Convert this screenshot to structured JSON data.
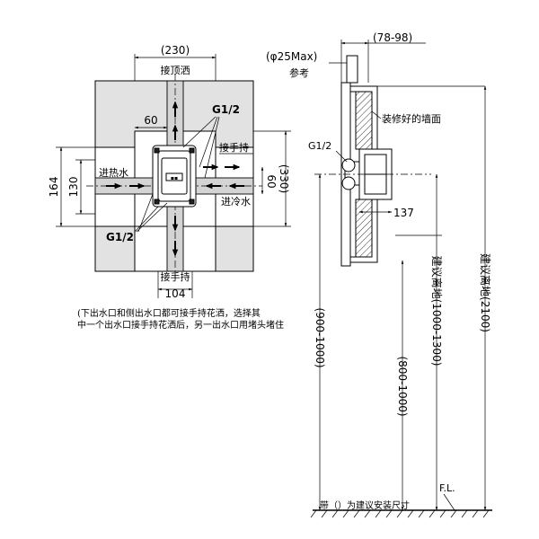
{
  "front_view": {
    "dim_width_top": "(230)",
    "label_top_outlet": "接顶洒",
    "dim_60_top": "60",
    "label_g12_upper": "G1/2",
    "label_handshower_right": "接手持",
    "dim_164": "164",
    "dim_130": "130",
    "label_hot_in": "进热水",
    "dim_60_side": "60",
    "dim_330": "(330)",
    "label_cold_in": "进冷水",
    "label_g12_lower": "G1/2",
    "label_handshower_bottom": "接手持",
    "dim_104": "104"
  },
  "note": {
    "line1": "(下出水口和侧出水口都可接手持花洒，选择其",
    "line2": "中一个出水口接手持花洒后，另一出水口用堵头堵住"
  },
  "side_view": {
    "dim_depth": "(78-98)",
    "label_pipe_diameter": "(φ25Max)",
    "label_reference": "参考",
    "label_finished_wall": "装修好的墙面",
    "label_g12": "G1/2",
    "dim_137": "137",
    "dim_900_1000": "(900-1000)",
    "dim_800_1000": "(800-1000)",
    "label_suggest_height_1": "建议离地(1000-1300)",
    "label_suggest_height_2": "建议离地(2100)",
    "label_floor": "F.L.",
    "footnote": "带（）为建议安装尺寸"
  },
  "colors": {
    "line": "#000000",
    "wall_fill": "#e2e2e2",
    "pipe_fill": "#d4d4d4"
  }
}
